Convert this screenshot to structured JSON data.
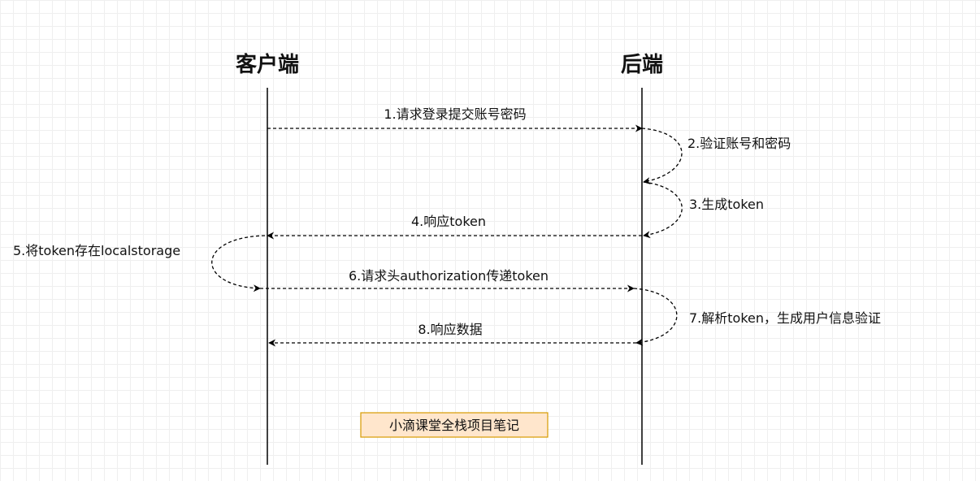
{
  "actors": {
    "client": "客户端",
    "server": "后端"
  },
  "steps": {
    "s1": "1.请求登录提交账号密码",
    "s2": "2.验证账号和密码",
    "s3": "3.生成token",
    "s4": "4.响应token",
    "s5": "5.将token存在localstorage",
    "s6": "6.请求头authorization传递token",
    "s7": "7.解析token，生成用户信息验证",
    "s8": "8.响应数据"
  },
  "watermark": "小滴课堂全栈项目笔记",
  "colors": {
    "note_fill": "#ffe6cc",
    "note_stroke": "#d79b00",
    "line": "#000000"
  }
}
